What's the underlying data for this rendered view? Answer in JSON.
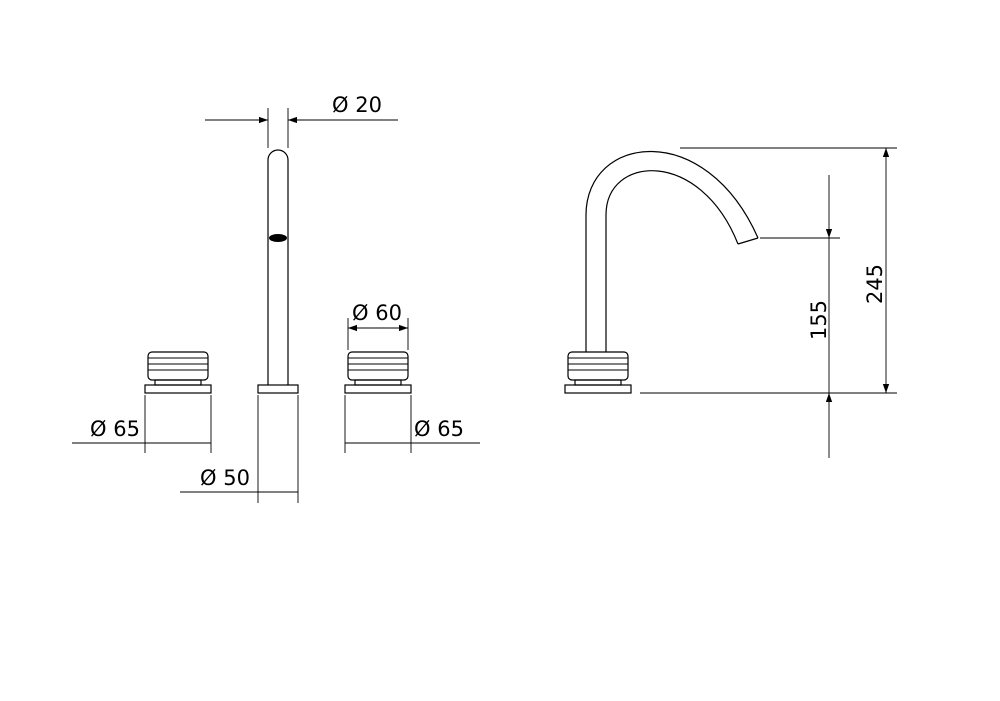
{
  "front_view": {
    "spout_diameter": "Ø 20",
    "handle_top_diameter": "Ø 60",
    "handle_left_base_diameter": "Ø 65",
    "handle_right_base_diameter": "Ø 65",
    "spout_base_diameter": "Ø 50"
  },
  "side_view": {
    "outlet_height": "155",
    "overall_height": "245"
  }
}
